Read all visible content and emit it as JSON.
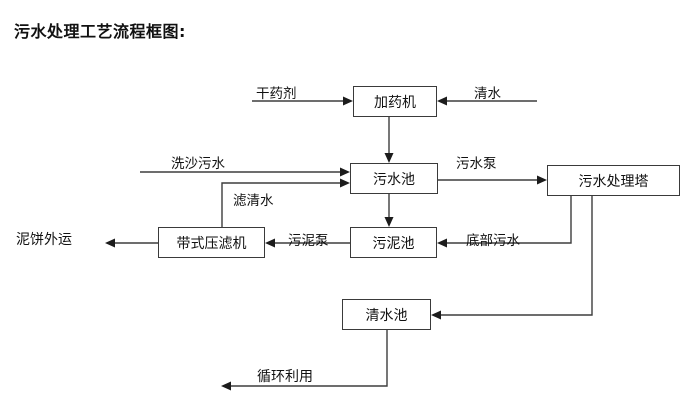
{
  "diagram": {
    "title": "污水处理工艺流程框图:",
    "nodes": [
      {
        "id": "dosing",
        "label": "加药机"
      },
      {
        "id": "sewagepool",
        "label": "污水池"
      },
      {
        "id": "tower",
        "label": "污水处理塔"
      },
      {
        "id": "filter",
        "label": "带式压滤机"
      },
      {
        "id": "sludgepool",
        "label": "污泥池"
      },
      {
        "id": "clearpool",
        "label": "清水池"
      }
    ],
    "edge_labels": [
      {
        "id": "dry-agent",
        "label": "干药剂"
      },
      {
        "id": "clean-water-in",
        "label": "清水"
      },
      {
        "id": "sand-wash",
        "label": "洗沙污水"
      },
      {
        "id": "filtrate",
        "label": "滤清水"
      },
      {
        "id": "sewage-pump",
        "label": "污水泵"
      },
      {
        "id": "sludge-pump",
        "label": "污泥泵"
      },
      {
        "id": "bottom-sewage",
        "label": "底部污水"
      },
      {
        "id": "cake-out",
        "label": "泥饼外运"
      },
      {
        "id": "recycle",
        "label": "循环利用"
      }
    ],
    "colors": {
      "stroke": "#3d3d3d",
      "text": "#111111",
      "background": "#ffffff"
    }
  }
}
